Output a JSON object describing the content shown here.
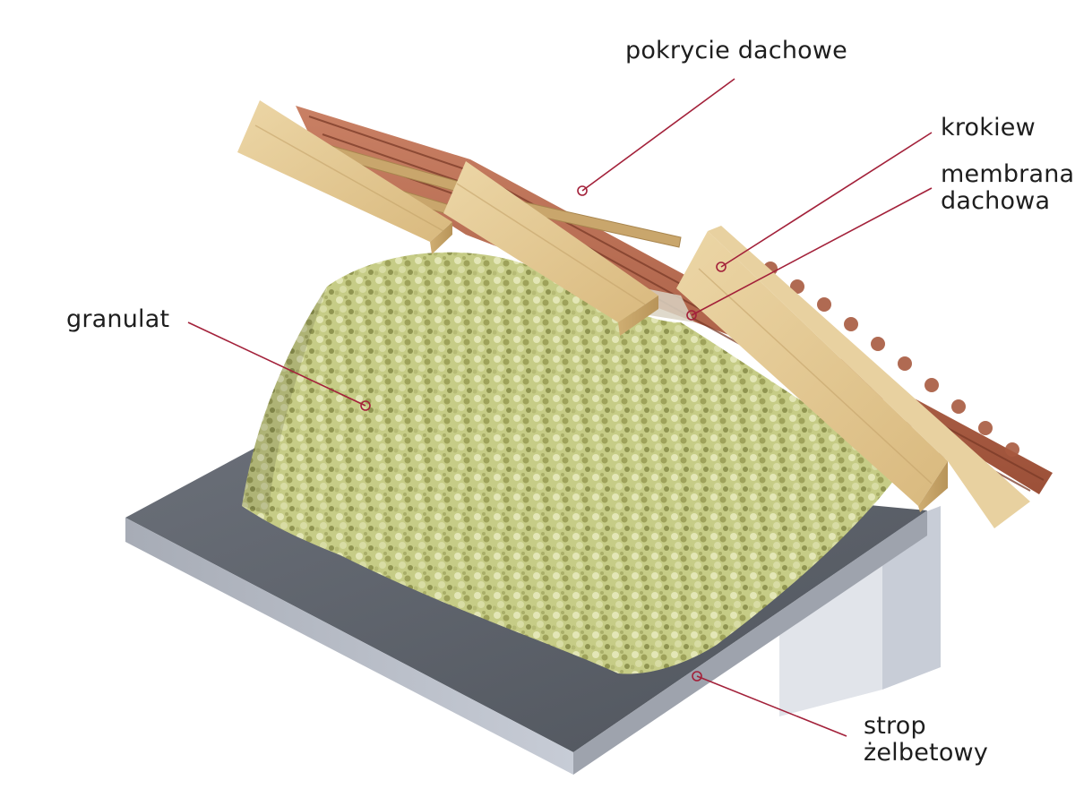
{
  "labels": {
    "roofing": "pokrycie dachowe",
    "rafter": "krokiew",
    "membrane_line1": "membrana",
    "membrane_line2": "dachowa",
    "granulate": "granulat",
    "slab_line1": "strop",
    "slab_line2": "żelbetowy"
  },
  "colors": {
    "leader_line": "#a3213a",
    "text": "#1e1e1e",
    "tile": "#b86a4e",
    "timber": "#e2c894",
    "insulation": "#c9cf8a",
    "slab_top": "#5f646d",
    "slab_side": "#b9bec8"
  }
}
